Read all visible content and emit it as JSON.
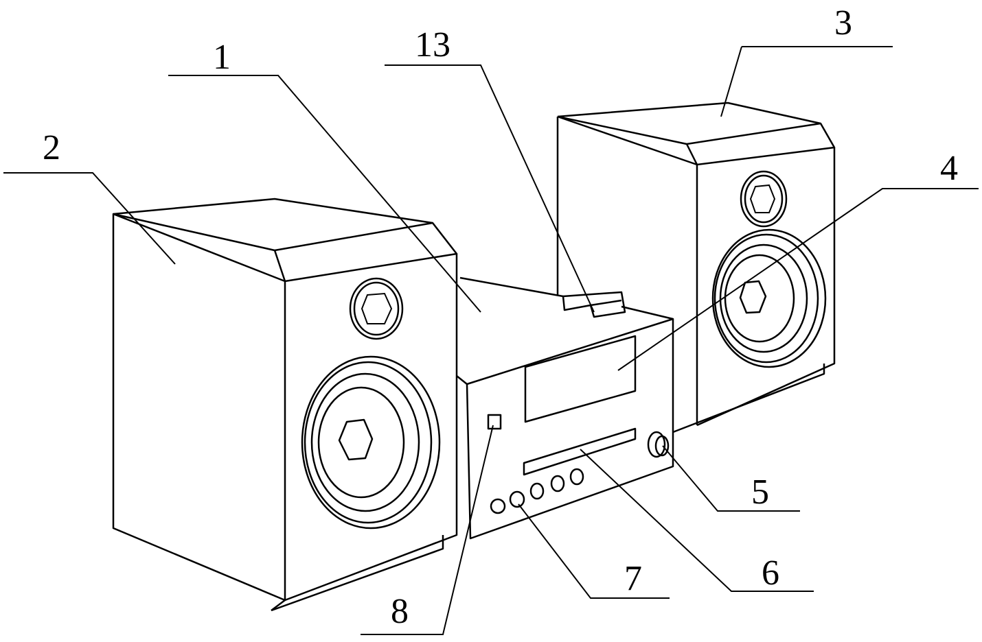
{
  "figure": {
    "labels": {
      "l1": "1",
      "l2": "2",
      "l3": "3",
      "l4": "4",
      "l5": "5",
      "l6": "6",
      "l7": "7",
      "l8": "8",
      "l13": "13"
    }
  }
}
